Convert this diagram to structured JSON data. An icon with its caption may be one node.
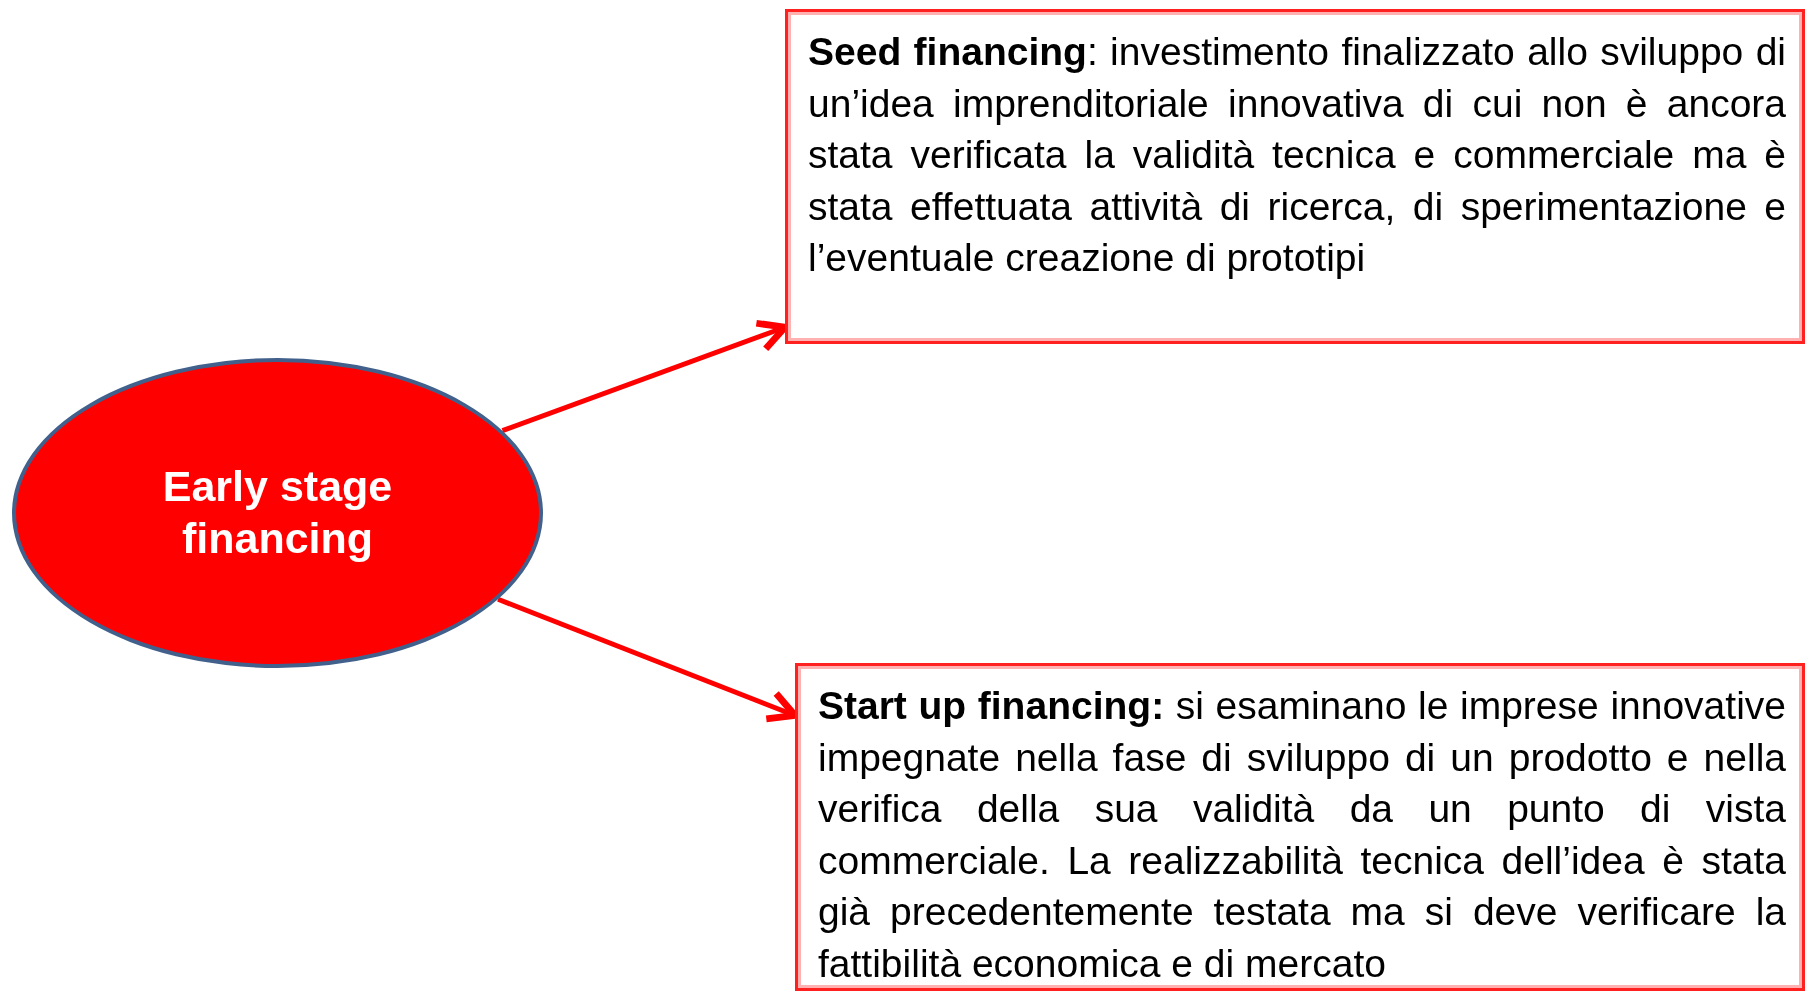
{
  "diagram": {
    "nodes": [
      {
        "text": [
          "Early stage financing"
        ]
      },
      {
        "text": [
          "**Seed financing**: investimento finalizzato allo sviluppo di un’idea imprenditoriale innovativa di cui non è ancora stata verificata la validità tecnica e commerciale ma è stata effettuata attività di ricerca, di sperimentazione e l’eventuale creazione di prototipi"
        ]
      },
      {
        "text": [
          "**Start up financing:** si esaminano le imprese innovative impegnate nella fase di sviluppo di un prodotto e nella verifica della sua validità da un punto di vista commerciale. La realizzabilità tecnica dell’idea è stata già precedentemente testata ma si deve verificare la fattibilità economica e di mercato"
        ]
      }
    ],
    "edges": [
      {
        "from": 0,
        "to": 1,
        "arrow": "to"
      },
      {
        "from": 0,
        "to": 2,
        "arrow": "to"
      }
    ]
  }
}
